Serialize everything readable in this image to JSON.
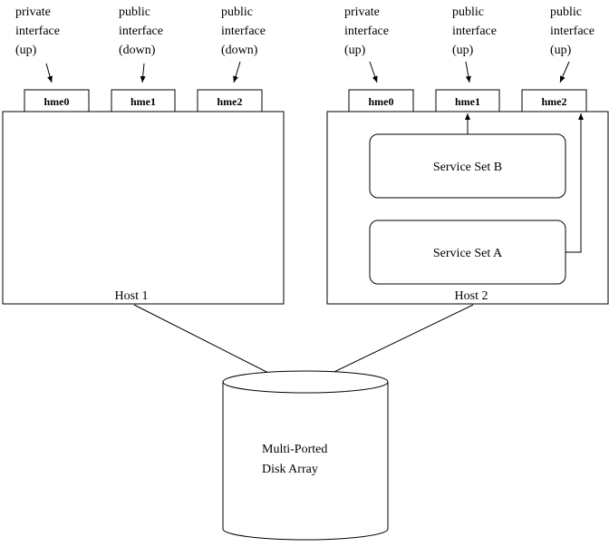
{
  "host1": {
    "label": "Host 1",
    "interfaces": [
      {
        "name": "hme0",
        "annotation": [
          "private",
          "interface",
          "(up)"
        ]
      },
      {
        "name": "hme1",
        "annotation": [
          "public",
          "interface",
          "(down)"
        ]
      },
      {
        "name": "hme2",
        "annotation": [
          "public",
          "interface",
          "(down)"
        ]
      }
    ]
  },
  "host2": {
    "label": "Host 2",
    "interfaces": [
      {
        "name": "hme0",
        "annotation": [
          "private",
          "interface",
          "(up)"
        ]
      },
      {
        "name": "hme1",
        "annotation": [
          "public",
          "interface",
          "(up)"
        ]
      },
      {
        "name": "hme2",
        "annotation": [
          "public",
          "interface",
          "(up)"
        ]
      }
    ],
    "service_sets": [
      {
        "label": "Service Set B"
      },
      {
        "label": "Service Set A"
      }
    ]
  },
  "disk_array": {
    "lines": [
      "Multi-Ported",
      "Disk Array"
    ]
  }
}
